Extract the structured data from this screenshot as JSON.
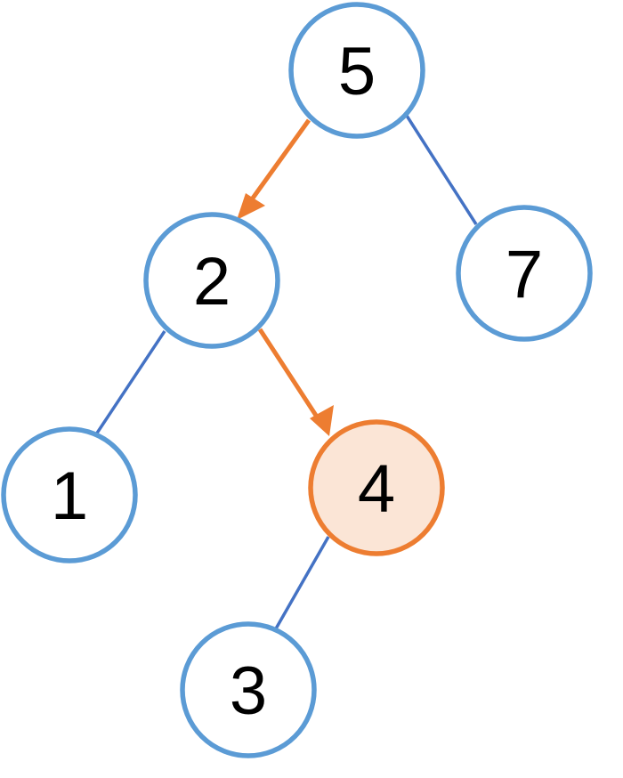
{
  "colors": {
    "node_stroke": "#5B9BD5",
    "node_fill": "#FFFFFF",
    "edge": "#4472C4",
    "highlight_stroke": "#ED7D31",
    "highlight_fill": "#FBE5D6",
    "label": "#000000"
  },
  "tree": {
    "nodes": [
      {
        "id": "n5",
        "label": "5",
        "highlighted": false
      },
      {
        "id": "n2",
        "label": "2",
        "highlighted": false
      },
      {
        "id": "n7",
        "label": "7",
        "highlighted": false
      },
      {
        "id": "n1",
        "label": "1",
        "highlighted": false
      },
      {
        "id": "n4",
        "label": "4",
        "highlighted": true
      },
      {
        "id": "n3",
        "label": "3",
        "highlighted": false
      }
    ],
    "edges": [
      {
        "from": "n5",
        "to": "n2",
        "path": true
      },
      {
        "from": "n5",
        "to": "n7",
        "path": false
      },
      {
        "from": "n2",
        "to": "n1",
        "path": false
      },
      {
        "from": "n2",
        "to": "n4",
        "path": true
      },
      {
        "from": "n4",
        "to": "n3",
        "path": false
      }
    ]
  }
}
